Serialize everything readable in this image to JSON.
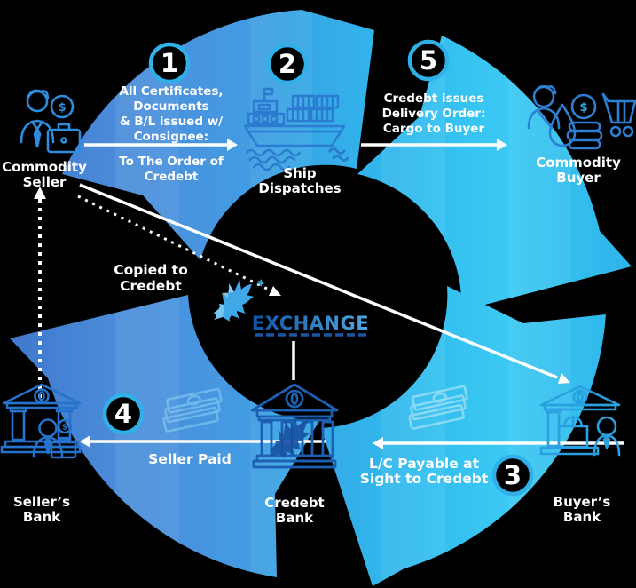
{
  "background": "#000000",
  "glyphs": {
    "dollar": "$",
    "star": "✱"
  },
  "logo": {
    "name": "EXCHANGE"
  },
  "steps": {
    "n1": "1",
    "n2": "2",
    "n3": "3",
    "n4": "4",
    "n5": "5"
  },
  "labels": {
    "step1": [
      "All Certificates,",
      "Documents",
      "& B/L issued w/",
      "Consignee:"
    ],
    "step1b": [
      "To The Order of",
      "Credebt"
    ],
    "step5": [
      "Credebt issues",
      "Delivery Order:",
      "Cargo to Buyer"
    ],
    "copied": [
      "Copied to",
      "Credebt"
    ],
    "seller_paid": "Seller Paid",
    "lc": [
      "L/C Payable at",
      "Sight to Credebt"
    ]
  },
  "nodes": {
    "seller": [
      "Commodity",
      "Seller"
    ],
    "ship": [
      "Ship",
      "Dispatches"
    ],
    "buyer": [
      "Commodity",
      "Buyer"
    ],
    "sellers_bank": [
      "Seller’s",
      "Bank"
    ],
    "credebt_bank": [
      "Credebt",
      "Bank"
    ],
    "buyers_bank": [
      "Buyer’s",
      "Bank"
    ]
  },
  "colors": {
    "ring_cyan": "#2fb0e8",
    "arrow_blue_left": "#4486d8",
    "arrow_cyan_right": "#35c2f0",
    "logo_dark_blue": "#1258aa",
    "icon_blue": "#2e8cde",
    "white": "#ffffff"
  }
}
